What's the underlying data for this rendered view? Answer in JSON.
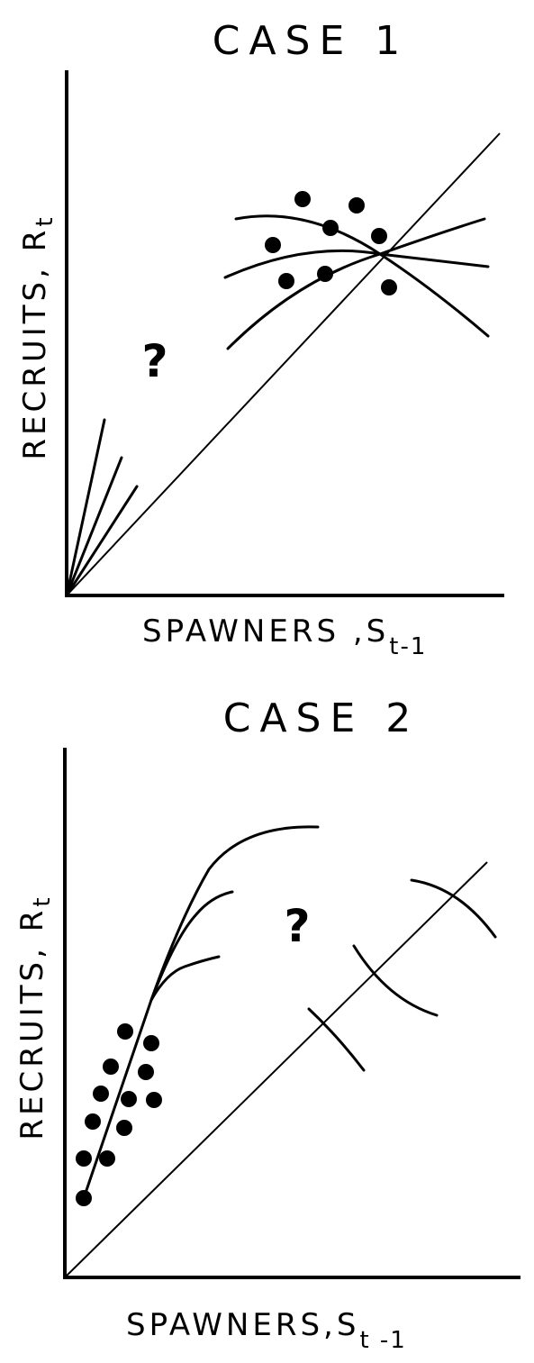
{
  "panels": [
    {
      "title": "CASE 1",
      "y_label": "RECRUITS, R",
      "y_sub": "t",
      "x_label": "SPAWNERS ,S",
      "x_sub": "t-1",
      "question": "?"
    },
    {
      "title": "CASE 2",
      "y_label": "RECRUITS, R",
      "y_sub": "t",
      "x_label": "SPAWNERS,S",
      "x_sub": "t -1",
      "question": "?"
    }
  ]
}
